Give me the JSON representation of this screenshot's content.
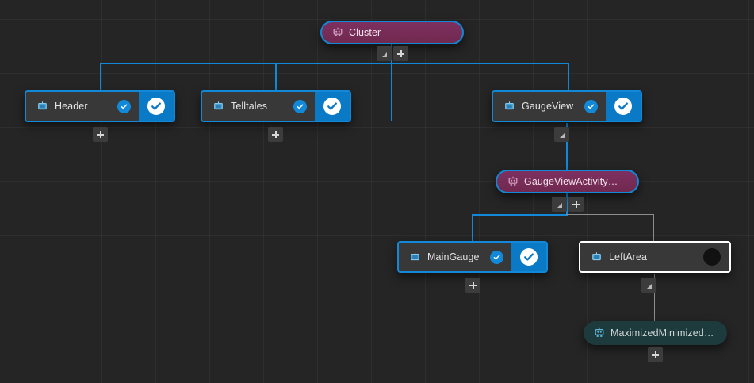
{
  "app": {
    "view": "node-tree-canvas",
    "background_color": "#252525",
    "grid_color": "#2e2e2e",
    "accent_color": "#1289d8",
    "activity_color": "#7c2f5e",
    "muted_pill_color": "#1d3a3d",
    "selected_outline_color": "#ffffff",
    "gray_edge_color": "#8d8d8d"
  },
  "icons": {
    "view_node": "screen-icon",
    "activity_node": "activity-robot-icon",
    "check_badge": "check-circle-icon",
    "check_action": "check-circle-filled-icon",
    "state_dot": "state-dot-icon",
    "add": "plus-icon",
    "collapse": "collapse-triangle-icon"
  },
  "nodes": {
    "cluster": {
      "label": "Cluster",
      "type": "activity",
      "icon": "activity-robot-icon",
      "tools": [
        "collapse",
        "add"
      ]
    },
    "header": {
      "label": "Header",
      "type": "view",
      "icon": "screen-icon",
      "badge": "check-circle-icon",
      "action": "check-circle-filled-icon",
      "tools": [
        "add"
      ]
    },
    "telltales": {
      "label": "Telltales",
      "type": "view",
      "icon": "screen-icon",
      "badge": "check-circle-icon",
      "action": "check-circle-filled-icon",
      "tools": [
        "add"
      ]
    },
    "gaugeview": {
      "label": "GaugeView",
      "type": "view",
      "icon": "screen-icon",
      "badge": "check-circle-icon",
      "action": "check-circle-filled-icon",
      "tools": [
        "collapse"
      ]
    },
    "gaugeviewactivityhost": {
      "label": "GaugeViewActivityHost",
      "type": "activity",
      "icon": "activity-robot-icon",
      "tools": [
        "collapse",
        "add"
      ]
    },
    "maingauge": {
      "label": "MainGauge",
      "type": "view",
      "icon": "screen-icon",
      "badge": "check-circle-icon",
      "action": "check-circle-filled-icon",
      "tools": [
        "add"
      ]
    },
    "leftarea": {
      "label": "LeftArea",
      "type": "view",
      "icon": "screen-icon",
      "selected": "true",
      "action": "state-dot-icon",
      "tools": [
        "collapse"
      ]
    },
    "maximizedminimizedswitcher": {
      "label": "MaximizedMinimizedSwitcher",
      "type": "activity-muted",
      "icon": "activity-robot-icon",
      "tools": [
        "add"
      ]
    }
  }
}
